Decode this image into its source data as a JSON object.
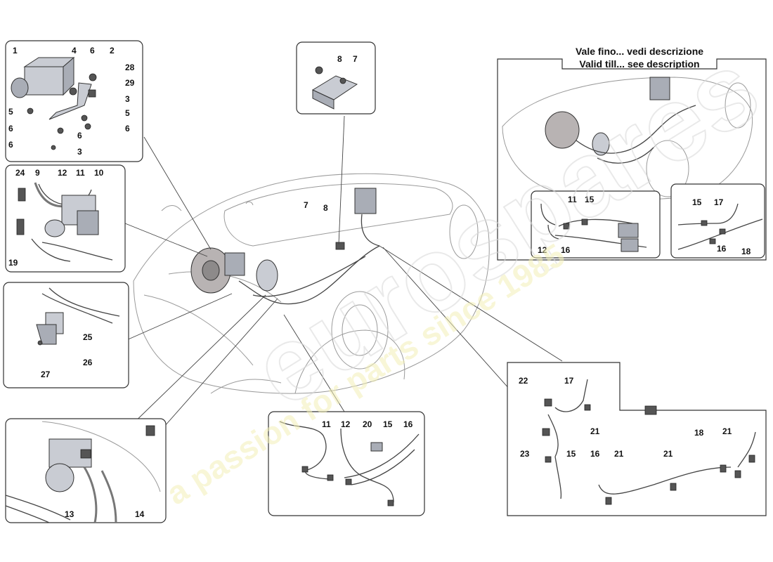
{
  "notes": {
    "line1": "Vale fino... vedi descrizione",
    "line2": "Valid till... see description"
  },
  "watermark": {
    "brand": "eurospares",
    "tagline": "a passion for parts since 1985"
  },
  "callouts": {
    "abs": [
      "1",
      "4",
      "6",
      "2",
      "28",
      "29",
      "3",
      "5",
      "6",
      "6",
      "5",
      "6",
      "6",
      "3"
    ],
    "top": [
      "8",
      "7"
    ],
    "pipes": [
      "24",
      "9",
      "12",
      "11",
      "10",
      "19"
    ],
    "bracket": [
      "25",
      "26",
      "27"
    ],
    "booster": [
      "13",
      "14"
    ],
    "main": [
      "7",
      "8"
    ],
    "lines_a": [
      "11",
      "12",
      "20",
      "15",
      "16"
    ],
    "tr_a": [
      "11",
      "15",
      "12",
      "16"
    ],
    "tr_b": [
      "15",
      "17",
      "16",
      "18"
    ],
    "br": [
      "22",
      "17",
      "21",
      "23",
      "15",
      "16",
      "21",
      "21",
      "18",
      "21"
    ]
  }
}
